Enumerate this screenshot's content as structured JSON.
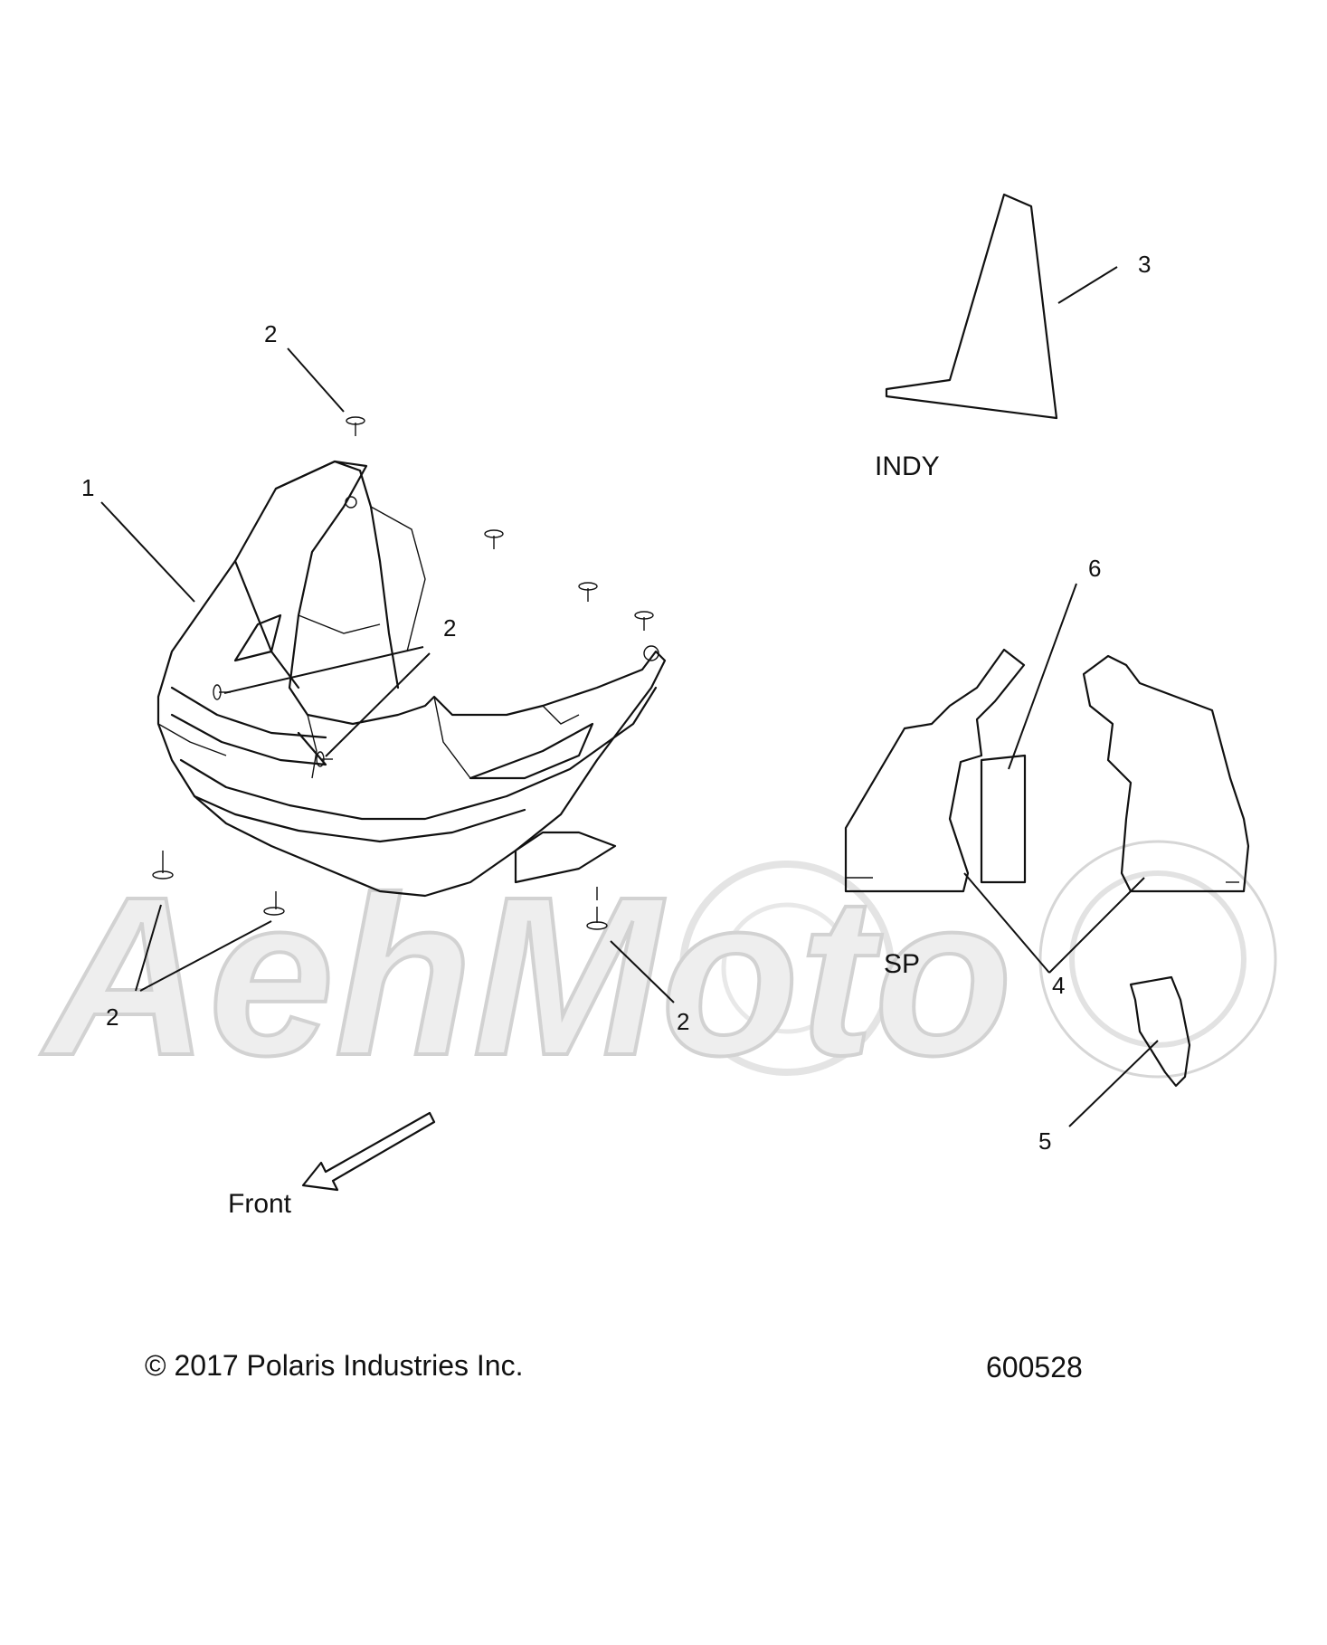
{
  "watermark": {
    "text": "AehMoto"
  },
  "variants": {
    "indy": "INDY",
    "sp": "SP"
  },
  "callouts": {
    "c1": "1",
    "c2_top": "2",
    "c2_mid": "2",
    "c2_left": "2",
    "c2_right": "2",
    "c3": "3",
    "c4": "4",
    "c5": "5",
    "c6": "6"
  },
  "direction": {
    "label": "Front"
  },
  "footer": {
    "copyright": "© 2017 Polaris Industries Inc.",
    "diagram_number": "600528"
  }
}
